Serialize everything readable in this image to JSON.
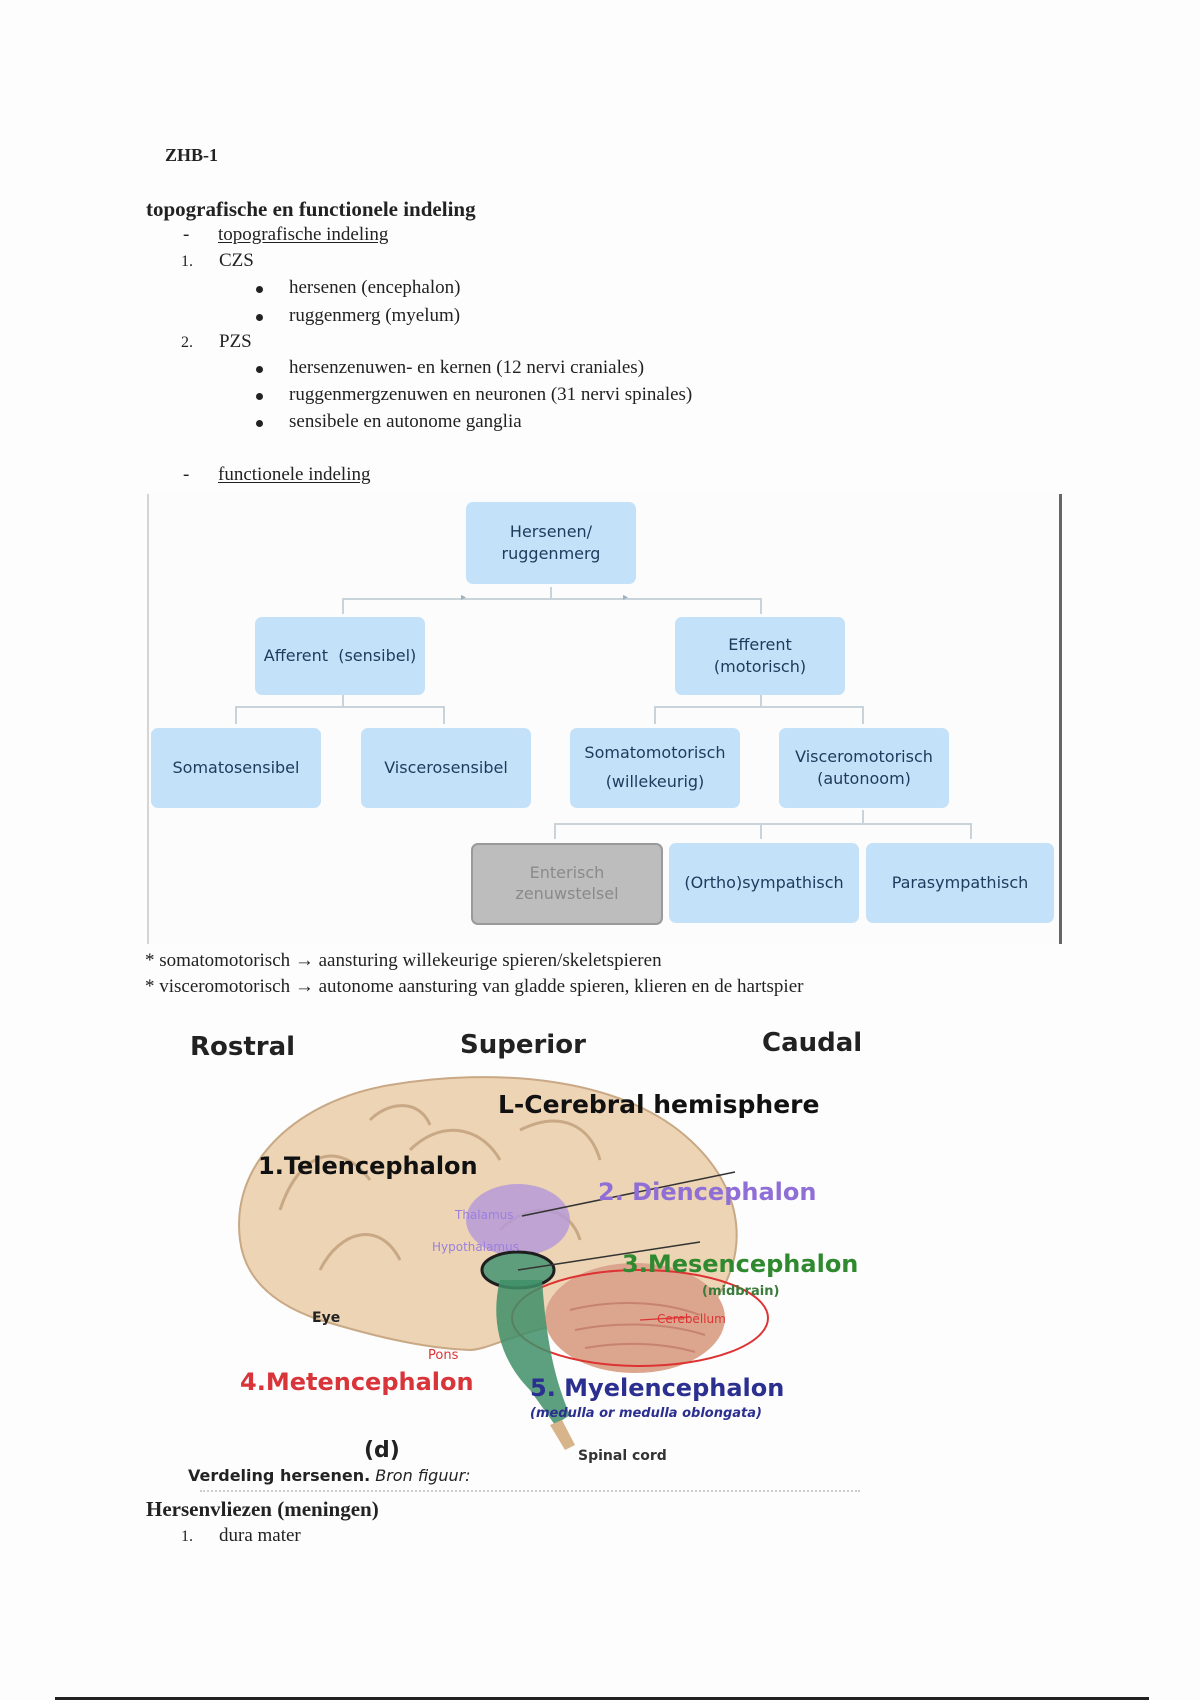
{
  "document": {
    "code": "ZHB-1",
    "section1_title": "topografische en functionele indeling",
    "topo": {
      "marker": "-",
      "heading": "topografische indeling",
      "items": [
        {
          "number": "1.",
          "label": "CZS",
          "bullets": [
            "hersenen (encephalon)",
            "ruggenmerg (myelum)"
          ]
        },
        {
          "number": "2.",
          "label": "PZS",
          "bullets": [
            "hersenzenuwen- en kernen (12 nervi craniales)",
            "ruggenmergzenuwen en neuronen (31 nervi spinales)",
            "sensibele en autonome ganglia"
          ]
        }
      ]
    },
    "func": {
      "marker": "-",
      "heading": "functionele indeling"
    },
    "diagram": {
      "root": "Hersenen/ ruggenmerg",
      "root_line1": "Hersenen/",
      "root_line2": "ruggenmerg",
      "afferent": "Afferent  (sensibel)",
      "efferent_line1": "Efferent",
      "efferent_line2": "(motorisch)",
      "somatosensibel": "Somatosensibel",
      "viscerosensibel": "Viscerosensibel",
      "somatomotorisch_line1": "Somatomotorisch",
      "somatomotorisch_line2": "(willekeurig)",
      "visceromotorisch_line1": "Visceromotorisch",
      "visceromotorisch_line2": "(autonoom)",
      "enterisch_line1": "Enterisch",
      "enterisch_line2": "zenuwstelsel",
      "orthosympathisch": "(Ortho)sympathisch",
      "parasympathisch": "Parasympathisch",
      "colors": {
        "node": "#c3e1f8",
        "node_text": "#1e3a5c",
        "disabled_node": "#bdbdbd"
      }
    },
    "notes": [
      "* somatomotorisch → aansturing willekeurige spieren/skeletspieren",
      "* visceromotorisch → autonome aansturing van gladde spieren, klieren en de hartspier"
    ],
    "brain_figure": {
      "rostral": "Rostral",
      "superior": "Superior",
      "caudal": "Caudal",
      "hemisphere": "L-Cerebral hemisphere",
      "telencephalon": "1.Telencephalon",
      "diencephalon": "2. Diencephalon",
      "thalamus": "Thalamus",
      "hypothalamus": "Hypothalamus",
      "mesencephalon": "3.Mesencephalon",
      "midbrain": "(midbrain)",
      "cerebellum": "Cerebellum",
      "eye": "Eye",
      "pons": "Pons",
      "metencephalon": "4.Metencephalon",
      "myelencephalon": "5. Myelencephalon",
      "medulla": "(medulla or medulla oblongata)",
      "panel": "(d)",
      "spinal_cord": "Spinal cord",
      "colors": {
        "diencephalon": "#8f6fd6",
        "mesencephalon": "#2f8a2f",
        "metencephalon": "#d8343a",
        "myelencephalon": "#2b2f8f"
      }
    },
    "caption_bold": "Verdeling hersenen.",
    "caption_italic": "Bron figuur:",
    "section2_title": "Hersenvliezen (meningen)",
    "meningen": [
      {
        "number": "1.",
        "label": "dura mater"
      }
    ]
  }
}
